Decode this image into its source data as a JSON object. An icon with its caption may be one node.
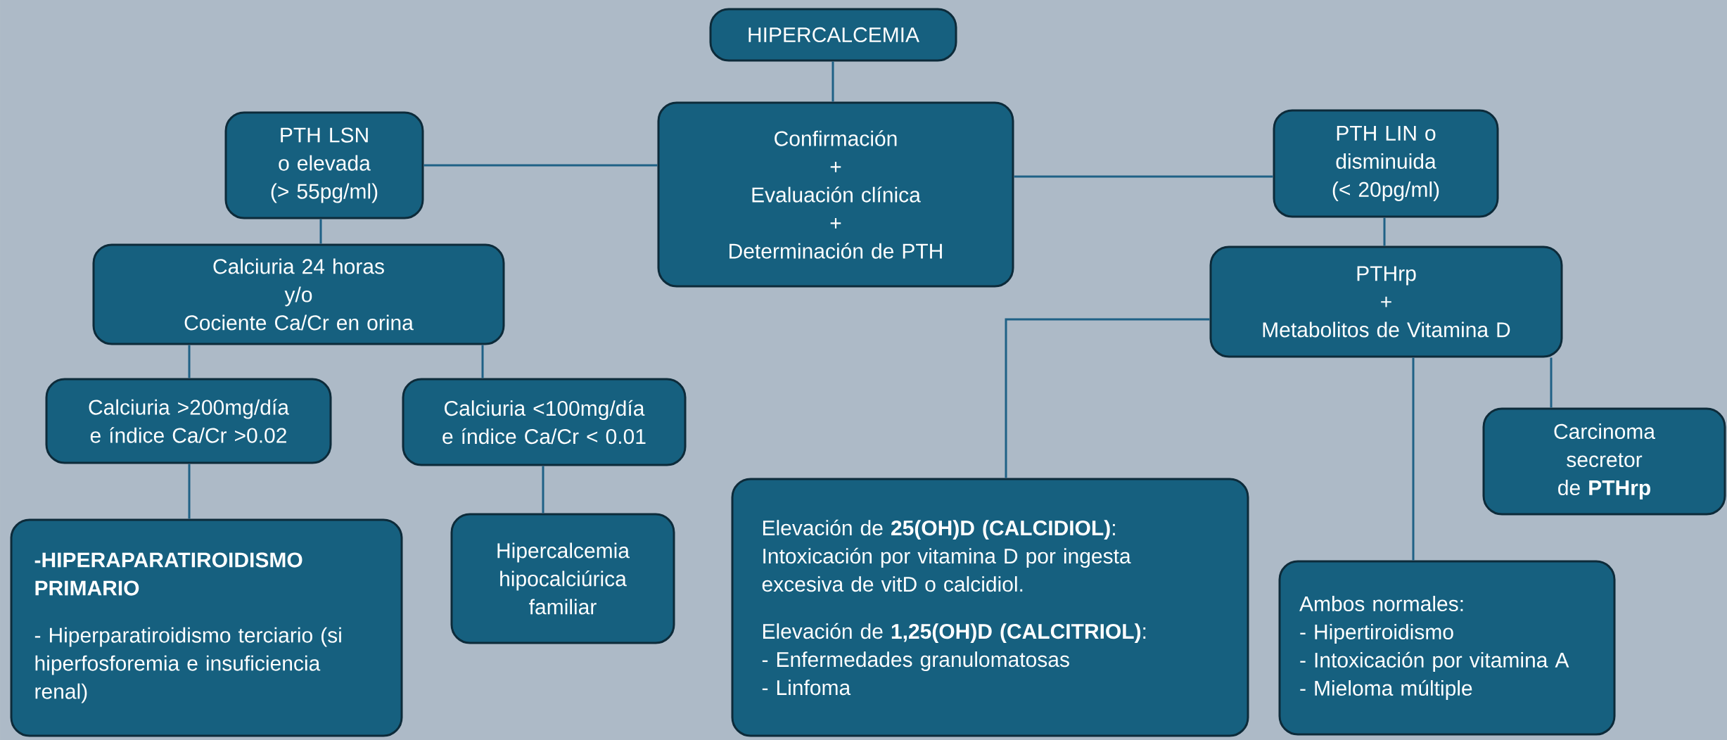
{
  "diagram": {
    "nodes": [
      {
        "text": [
          "HIPERCALCEMIA"
        ]
      },
      {
        "text": [
          "Confirmación",
          "+",
          "Evaluación clínica",
          "+",
          "Determinación de PTH"
        ]
      },
      {
        "text": [
          "PTH LSN o elevada",
          "(> 55pg/ml)"
        ]
      },
      {
        "text": [
          "Calciuria 24 horas",
          "y/o",
          "Cociente Ca/Cr en orina"
        ]
      },
      {
        "text": [
          "Calciuria >200mg/día e índice Ca/Cr >0.02"
        ]
      },
      {
        "text": [
          "Calciuria <100mg/día e índice Ca/Cr < 0.01"
        ]
      },
      {
        "text": [
          "**-HIPERAPARATIROIDISMO PRIMARIO**",
          "- Hiperparatiroidismo terciario (si hiperfosforemia e insuficiencia renal)"
        ]
      },
      {
        "text": [
          "Hipercalcemia hipocalciúrica familiar"
        ]
      },
      {
        "text": [
          "PTH LIN o disminuida",
          "(< 20pg/ml)"
        ]
      },
      {
        "text": [
          "PTHrp",
          "+",
          "Metabolitos de Vitamina D"
        ]
      },
      {
        "text": [
          "Carcinoma secretor de **PTHrp**"
        ]
      },
      {
        "text": [
          "Elevación de **25(OH)D (CALCIDIOL)**: Intoxicación por vitamina D por ingesta excesiva de vitD o calcidiol.",
          "Elevación de **1,25(OH)D (CALCITRIOL)**:",
          "- Enfermedades granulomatosas",
          "- Linfoma"
        ]
      },
      {
        "text": [
          "Ambos normales:",
          "- Hipertiroidismo",
          "- Intoxicación por vitamina A",
          "- Mieloma múltiple"
        ]
      }
    ],
    "edges": [
      {
        "from": 0,
        "to": 1,
        "arrow": "none"
      },
      {
        "from": 1,
        "to": 2,
        "arrow": "none"
      },
      {
        "from": 1,
        "to": 8,
        "arrow": "none"
      },
      {
        "from": 2,
        "to": 3,
        "arrow": "none"
      },
      {
        "from": 3,
        "to": 4,
        "arrow": "none"
      },
      {
        "from": 3,
        "to": 5,
        "arrow": "none"
      },
      {
        "from": 4,
        "to": 6,
        "arrow": "none"
      },
      {
        "from": 5,
        "to": 7,
        "arrow": "none"
      },
      {
        "from": 8,
        "to": 9,
        "arrow": "none"
      },
      {
        "from": 9,
        "to": 11,
        "arrow": "none"
      },
      {
        "from": 9,
        "to": 12,
        "arrow": "none"
      },
      {
        "from": 9,
        "to": 10,
        "arrow": "none"
      }
    ]
  }
}
